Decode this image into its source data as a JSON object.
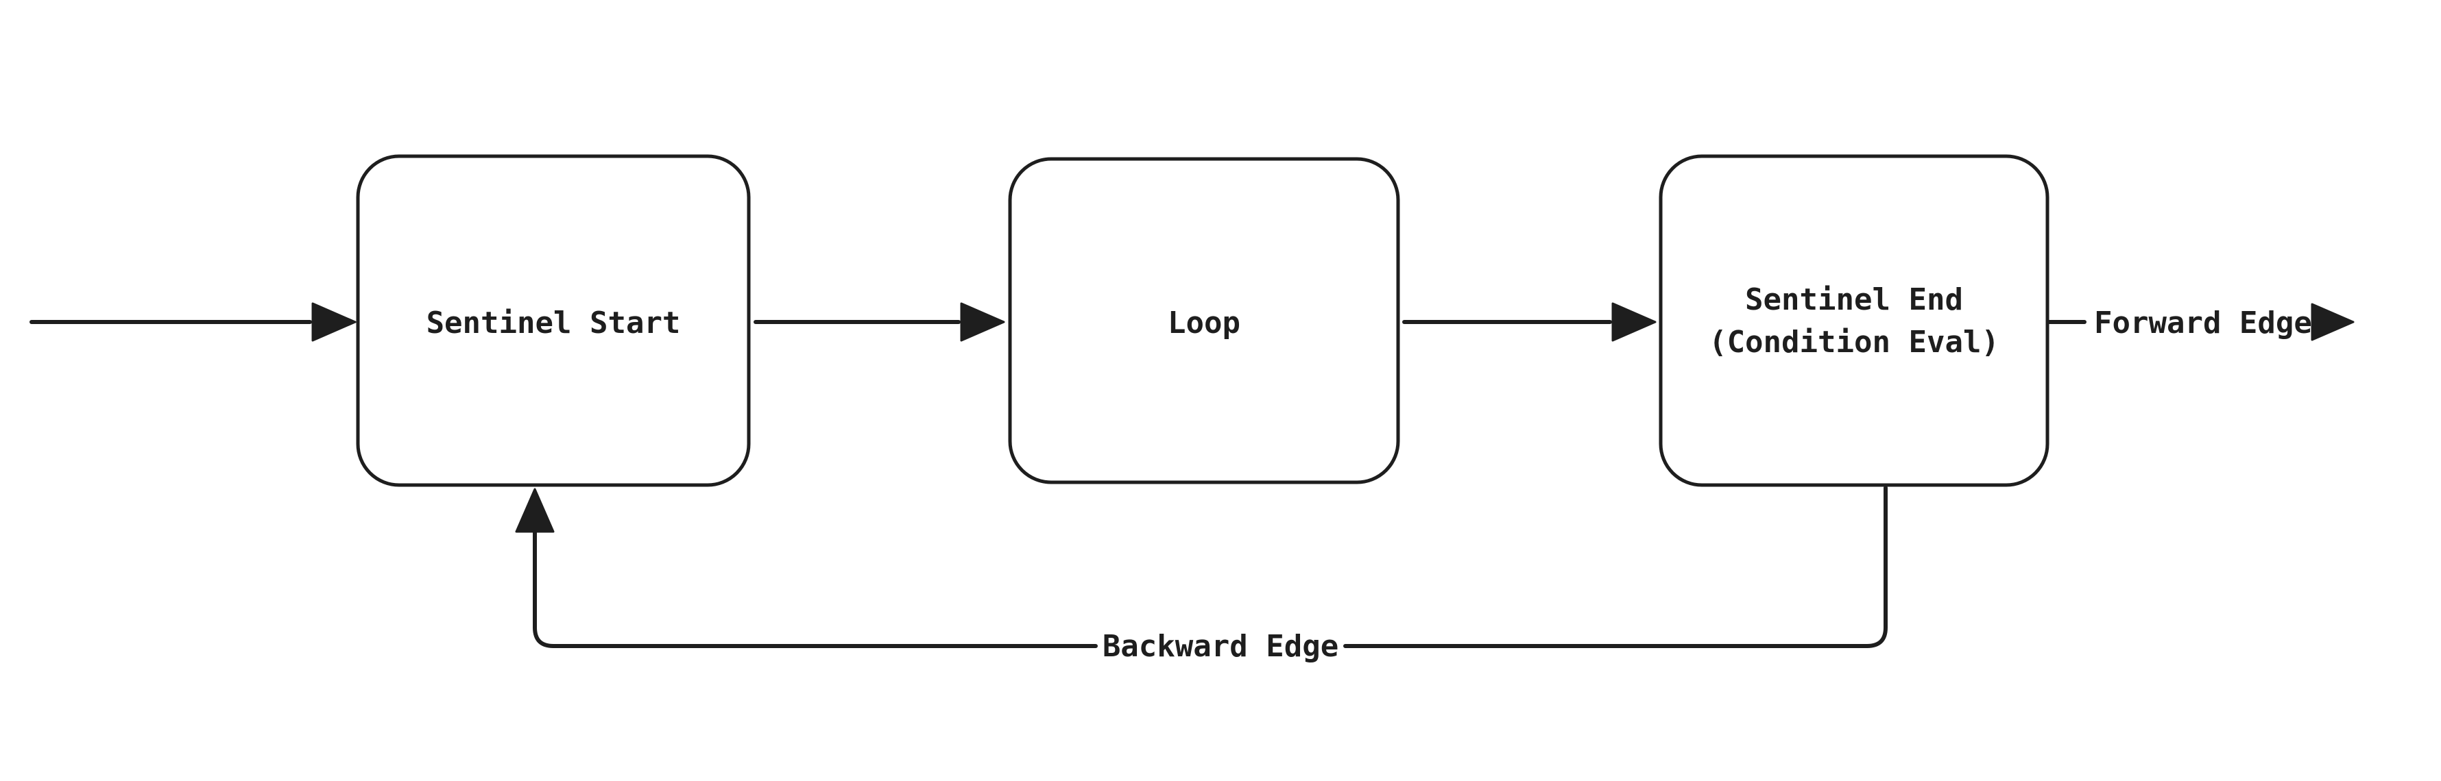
{
  "canvas": {
    "background_color": "#ffffff",
    "stroke_color": "#1e1e1e"
  },
  "nodes": {
    "sentinel_start": {
      "label": "Sentinel Start"
    },
    "loop": {
      "label": "Loop"
    },
    "sentinel_end": {
      "label_line1": "Sentinel End",
      "label_line2": "(Condition Eval)"
    }
  },
  "edges": {
    "forward": {
      "label": "Forward Edge"
    },
    "backward": {
      "label": "Backward Edge"
    }
  }
}
